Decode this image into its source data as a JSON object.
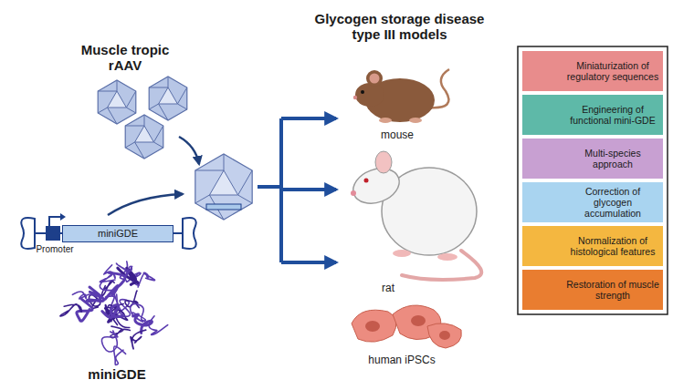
{
  "diagram": {
    "title": "Glycogen storage disease type III models",
    "nodes": [
      {
        "text": [
          "miniGDE"
        ]
      },
      {
        "text": [
          "Miniaturization of regulatory sequences"
        ]
      },
      {
        "text": [
          "Engineering of functional mini-GDE"
        ]
      },
      {
        "text": [
          "Multi-species approach"
        ]
      },
      {
        "text": [
          "Correction of glycogen accumulation"
        ]
      },
      {
        "text": [
          "Normalization of histological features"
        ]
      },
      {
        "text": [
          "Restoration of muscle strength"
        ]
      }
    ],
    "labels": [
      "Muscle tropic rAAV",
      "Promoter",
      "miniGDE",
      "mouse",
      "rat",
      "human iPSCs"
    ]
  }
}
